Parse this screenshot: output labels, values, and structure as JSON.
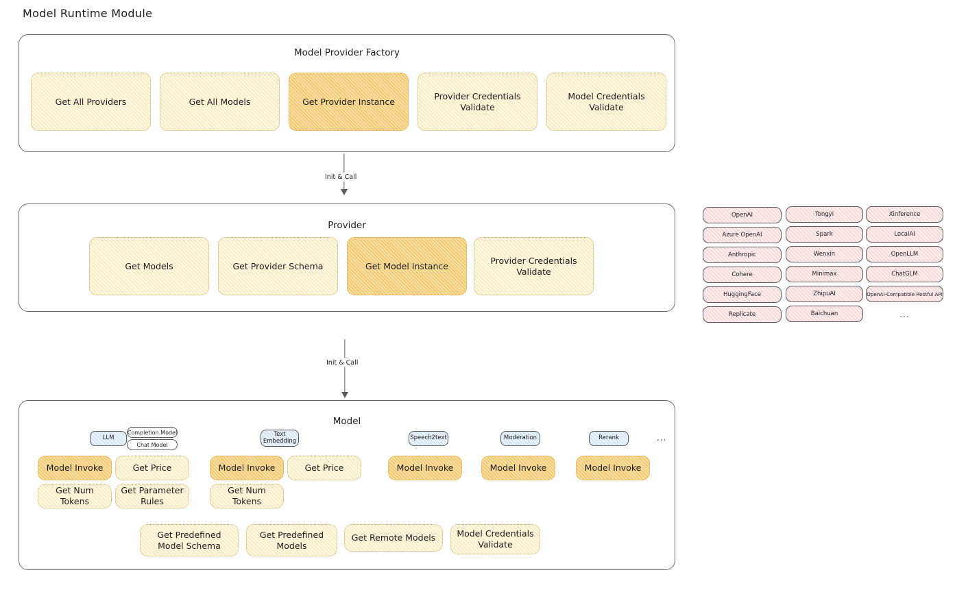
{
  "title": "Model Runtime Module",
  "factory": {
    "title": "Model Provider Factory",
    "boxes": [
      {
        "label": "Get All Providers",
        "highlight": false
      },
      {
        "label": "Get All Models",
        "highlight": false
      },
      {
        "label": "Get Provider Instance",
        "highlight": true
      },
      {
        "label": "Provider Credentials Validate",
        "highlight": false
      },
      {
        "label": "Model Credentials Validate",
        "highlight": false
      }
    ]
  },
  "arrow1": {
    "label": "Init & Call"
  },
  "provider": {
    "title": "Provider",
    "boxes": [
      {
        "label": "Get Models",
        "highlight": false
      },
      {
        "label": "Get Provider Schema",
        "highlight": false
      },
      {
        "label": "Get Model Instance",
        "highlight": true
      },
      {
        "label": "Provider Credentials Validate",
        "highlight": false
      }
    ]
  },
  "arrow2": {
    "label": "Init & Call"
  },
  "provider_list": {
    "columns": [
      [
        "OpenAI",
        "Azure OpenAI",
        "Anthropic",
        "Cohere",
        "HuggingFace",
        "Replicate"
      ],
      [
        "Tongyi",
        "Spark",
        "Wenxin",
        "Minimax",
        "ZhipuAI",
        "Baichuan"
      ],
      [
        "Xinference",
        "LocalAI",
        "OpenLLM",
        "ChatGLM",
        "OpenAI-Compatible Restful API"
      ]
    ],
    "ellipsis": "..."
  },
  "model": {
    "title": "Model",
    "ellipsis": "...",
    "types": [
      {
        "name": "LLM",
        "subtypes": [
          "Completion Model",
          "Chat Model"
        ],
        "methods": [
          {
            "label": "Model Invoke",
            "highlight": true
          },
          {
            "label": "Get Price",
            "highlight": false
          },
          {
            "label": "Get Num Tokens",
            "highlight": false
          },
          {
            "label": "Get Parameter Rules",
            "highlight": false
          }
        ]
      },
      {
        "name": "Text Embedding",
        "subtypes": [],
        "methods": [
          {
            "label": "Model Invoke",
            "highlight": true
          },
          {
            "label": "Get Price",
            "highlight": false
          },
          {
            "label": "Get Num Tokens",
            "highlight": false
          }
        ]
      },
      {
        "name": "Speech2text",
        "subtypes": [],
        "methods": [
          {
            "label": "Model Invoke",
            "highlight": true
          }
        ]
      },
      {
        "name": "Moderation",
        "subtypes": [],
        "methods": [
          {
            "label": "Model Invoke",
            "highlight": true
          }
        ]
      },
      {
        "name": "Rerank",
        "subtypes": [],
        "methods": [
          {
            "label": "Model Invoke",
            "highlight": true
          }
        ]
      }
    ],
    "shared_methods": [
      "Get Predefined Model Schema",
      "Get Predefined Models",
      "Get Remote Models",
      "Model Credentials Validate"
    ]
  },
  "colors": {
    "box_fill": "#fdf6e0",
    "box_fill_highlight": "#f8dda0",
    "chip_pink": "#fdecec",
    "chip_blue": "#e9f2fb",
    "stroke": "#1e1e1e"
  }
}
